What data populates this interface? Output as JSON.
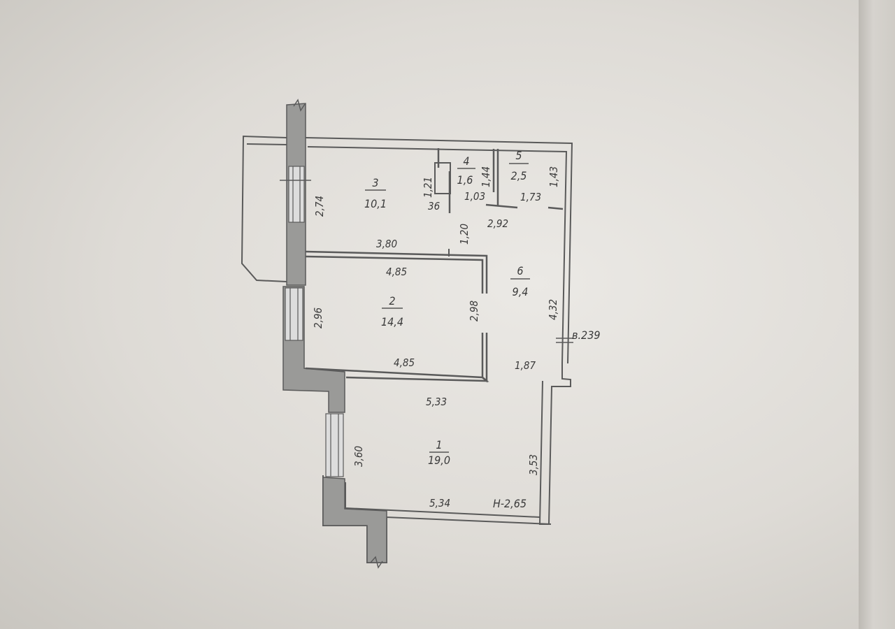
{
  "rooms": [
    {
      "number": "1",
      "area": "19,0"
    },
    {
      "number": "2",
      "area": "14,4"
    },
    {
      "number": "3",
      "area": "10,1"
    },
    {
      "number": "4",
      "area": "1,6"
    },
    {
      "number": "5",
      "area": "2,5"
    },
    {
      "number": "6",
      "area": "9,4"
    }
  ],
  "dimensions": {
    "d274": "2,74",
    "d121": "1,21",
    "d36": "36",
    "d144": "1,44",
    "d103": "1,03",
    "d143": "1,43",
    "d173": "1,73",
    "d292": "2,92",
    "d120": "1,20",
    "d380": "3,80",
    "d485_top": "4,85",
    "d432": "4,32",
    "d296": "2,96",
    "d298": "2,98",
    "d485_bottom": "4,85",
    "d187": "1,87",
    "d533": "5,33",
    "d360": "3,60",
    "d353": "3,53",
    "d534": "5,34"
  },
  "notes": {
    "height": "H-2,65",
    "vent": "в.239"
  },
  "colors": {
    "wall_fill": "#9a9a98",
    "line": "#5a5a5a",
    "text": "#3a3a3a"
  }
}
